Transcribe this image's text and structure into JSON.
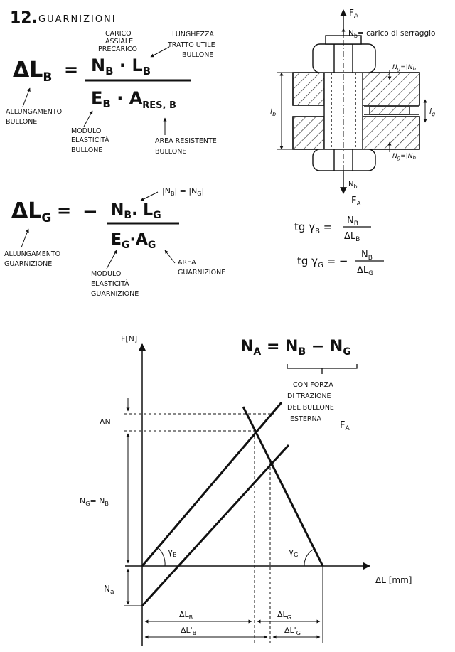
{
  "header": {
    "number": "12.",
    "title": "GUARNIZIONI"
  },
  "bolt_formula": {
    "lhs": "ΔL",
    "lhs_sub": "B",
    "eq": "=",
    "num_a": "N",
    "num_a_sub": "B",
    "dot": "·",
    "num_b": "L",
    "num_b_sub": "B",
    "den_a": "E",
    "den_a_sub": "B",
    "den_b": "A",
    "den_b_sub": "RES, B",
    "label_load_l1": "CARICO",
    "label_load_l2": "ASSIALE",
    "label_load_l3": "PRECARICO",
    "label_length_l1": "LUNGHEZZA",
    "label_length_l2": "TRATTO UTILE",
    "label_length_l3": "BULLONE",
    "label_elong_l1": "ALLUNGAMENTO",
    "label_elong_l2": "BULLONE",
    "label_modulus_l1": "MODULO",
    "label_modulus_l2": "ELASTICITÀ",
    "label_modulus_l3": "BULLONE",
    "label_area_l1": "AREA RESISTENTE",
    "label_area_l2": "BULLONE"
  },
  "gasket_formula": {
    "lhs": "ΔL",
    "lhs_sub": "G",
    "eq": "=",
    "minus": "−",
    "num_a": "N",
    "num_a_sub": "B",
    "num_b": "L",
    "num_b_sub": "G",
    "den_a": "E",
    "den_a_sub": "G",
    "den_b": "A",
    "den_b_sub": "G",
    "abs_note": "|N",
    "abs_note_sub1": "B",
    "abs_mid": "| = |N",
    "abs_note_sub2": "G",
    "abs_end": "|",
    "label_elong_l1": "ALLUNGAMENTO",
    "label_elong_l2": "GUARNIZIONE",
    "label_modulus_l1": "MODULO",
    "label_modulus_l2": "ELASTICITÀ",
    "label_modulus_l3": "GUARNIZIONE",
    "label_area_l1": "AREA",
    "label_area_l2": "GUARNIZIONE"
  },
  "bolt_drawing": {
    "fa_top": "F",
    "fa_top_sub": "A",
    "nb_top": "N",
    "nb_top_sub": "b",
    "nb_top_text": "= carico di serraggio",
    "ng_top": "N",
    "ng_top_sub": "g",
    "ng_top_text": "=|N",
    "ng_top_sub2": "b",
    "ng_top_end": "|",
    "lb_label": "l",
    "lb_sub": "b",
    "lg_label": "l",
    "lg_sub": "g",
    "ng_bot": "N",
    "ng_bot_sub": "g",
    "ng_bot_text": "=|N",
    "ng_bot_sub2": "b",
    "ng_bot_end": "|",
    "nb_bot": "N",
    "nb_bot_sub": "b",
    "fa_bot": "F",
    "fa_bot_sub": "A"
  },
  "tangents": {
    "t1_lhs": "tg γ",
    "t1_sub": "B",
    "t1_eq": "=",
    "t1_num": "N",
    "t1_num_sub": "B",
    "t1_den": "ΔL",
    "t1_den_sub": "B",
    "t2_lhs": "tg γ",
    "t2_sub": "G",
    "t2_eq": "= −",
    "t2_num": "N",
    "t2_num_sub": "B",
    "t2_den": "ΔL",
    "t2_den_sub": "G"
  },
  "diagram": {
    "y_axis": "F[N]",
    "x_axis": "ΔL [mm]",
    "eq_main": "N",
    "eq_main_sub": "A",
    "eq_eq": "=",
    "eq_b": "N",
    "eq_b_sub": "B",
    "eq_minus": "−",
    "eq_g": "N",
    "eq_g_sub": "G",
    "note_l1": "CON FORZA",
    "note_l2": "DI TRAZIONE",
    "note_l3": "DEL BULLONE",
    "note_l4": "ESTERNA",
    "note_fa": "F",
    "note_fa_sub": "A",
    "delta_n": "ΔN",
    "ng_nb": "N",
    "ng_nb_sub1": "G",
    "ng_nb_eq": "= N",
    "ng_nb_sub2": "B",
    "na": "N",
    "na_sub": "a",
    "gamma_b": "γ",
    "gamma_b_sub": "B",
    "gamma_g": "γ",
    "gamma_g_sub": "G",
    "dlb": "ΔL",
    "dlb_sub": "B",
    "dlb2": "ΔL'",
    "dlb2_sub": "B",
    "dlg": "ΔL",
    "dlg_sub": "G",
    "dlg2": "ΔL'",
    "dlg2_sub": "G"
  }
}
